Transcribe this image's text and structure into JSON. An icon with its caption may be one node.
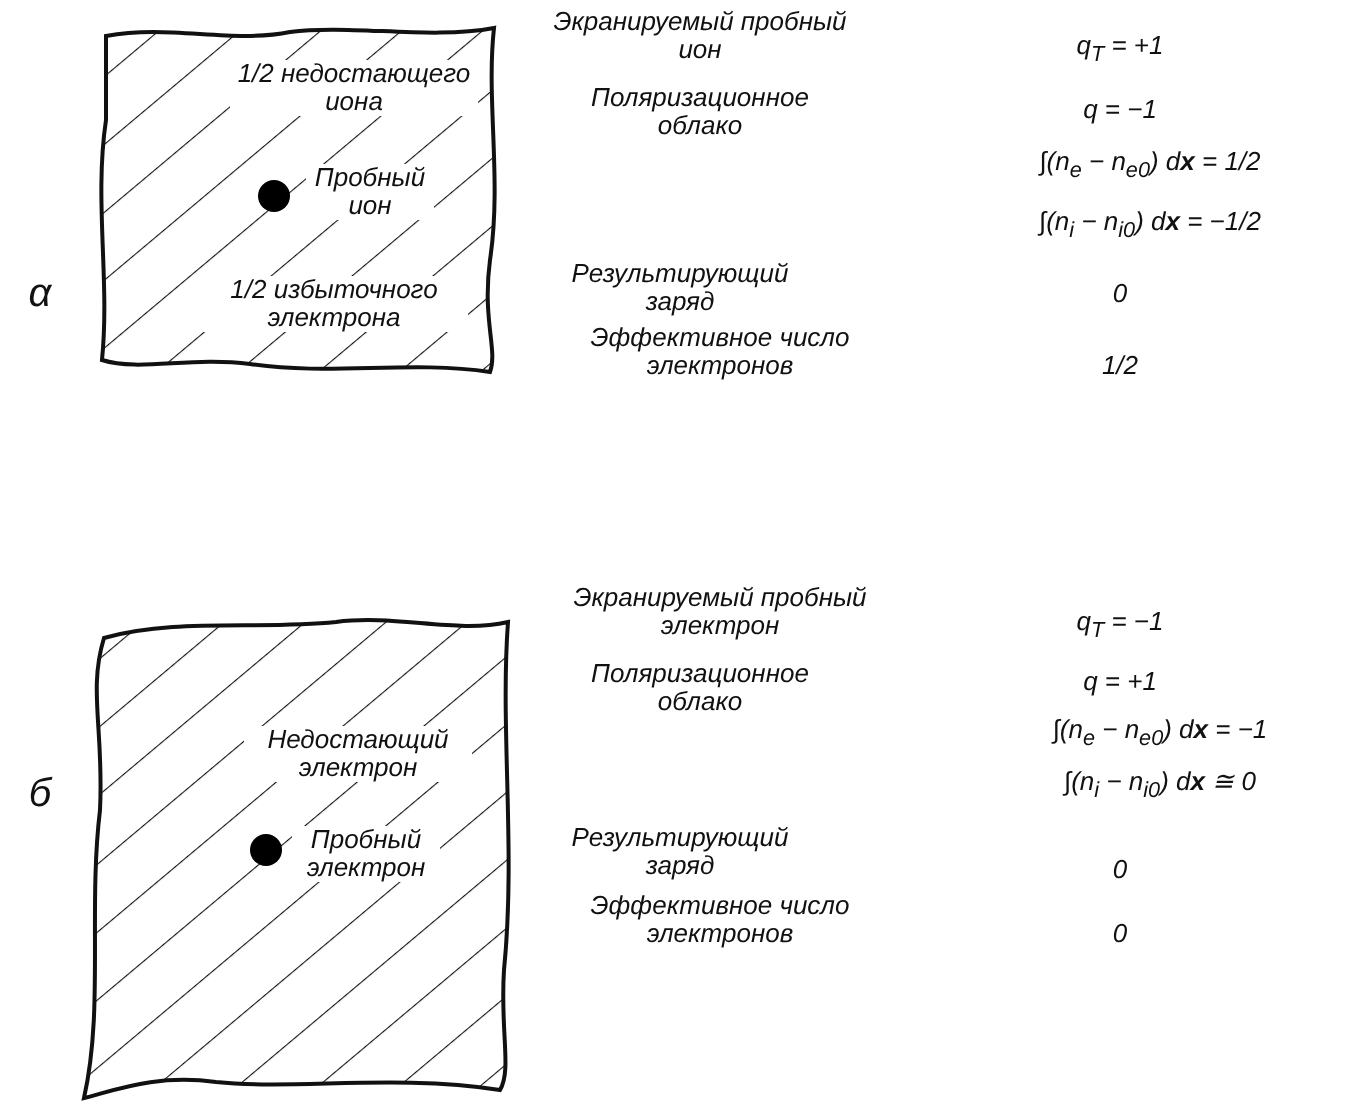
{
  "diagram": {
    "nodes": [
      {
        "text": [
          "1/2 недостающего иона",
          "Пробный ион",
          "1/2 избыточного электрона"
        ]
      },
      {
        "text": [
          "Недостающий электрон",
          "Пробный электрон"
        ]
      }
    ],
    "labels": [
      "α",
      "Экранируемый пробный ион",
      "q$_{T}$ = +1",
      "Поляризационное облако",
      "q = −1",
      "∫(n$_{e}$ − n$_{e0}$) d**x** = 1/2",
      "∫(n$_{i}$ − n$_{i0}$) d**x** = −1/2",
      "Результирующий заряд",
      "0",
      "Эффективное число электронов",
      "1/2",
      "б",
      "Экранируемый пробный электрон",
      "q$_{T}$ = −1",
      "Поляризационное облако",
      "q = +1",
      "∫(n$_{e}$ − n$_{e0}$) d**x** = −1",
      "∫(n$_{i}$ − n$_{i0}$) d**x** ≅ 0",
      "Результирующий заряд",
      "0",
      "Эффективное число электронов",
      "0"
    ]
  }
}
